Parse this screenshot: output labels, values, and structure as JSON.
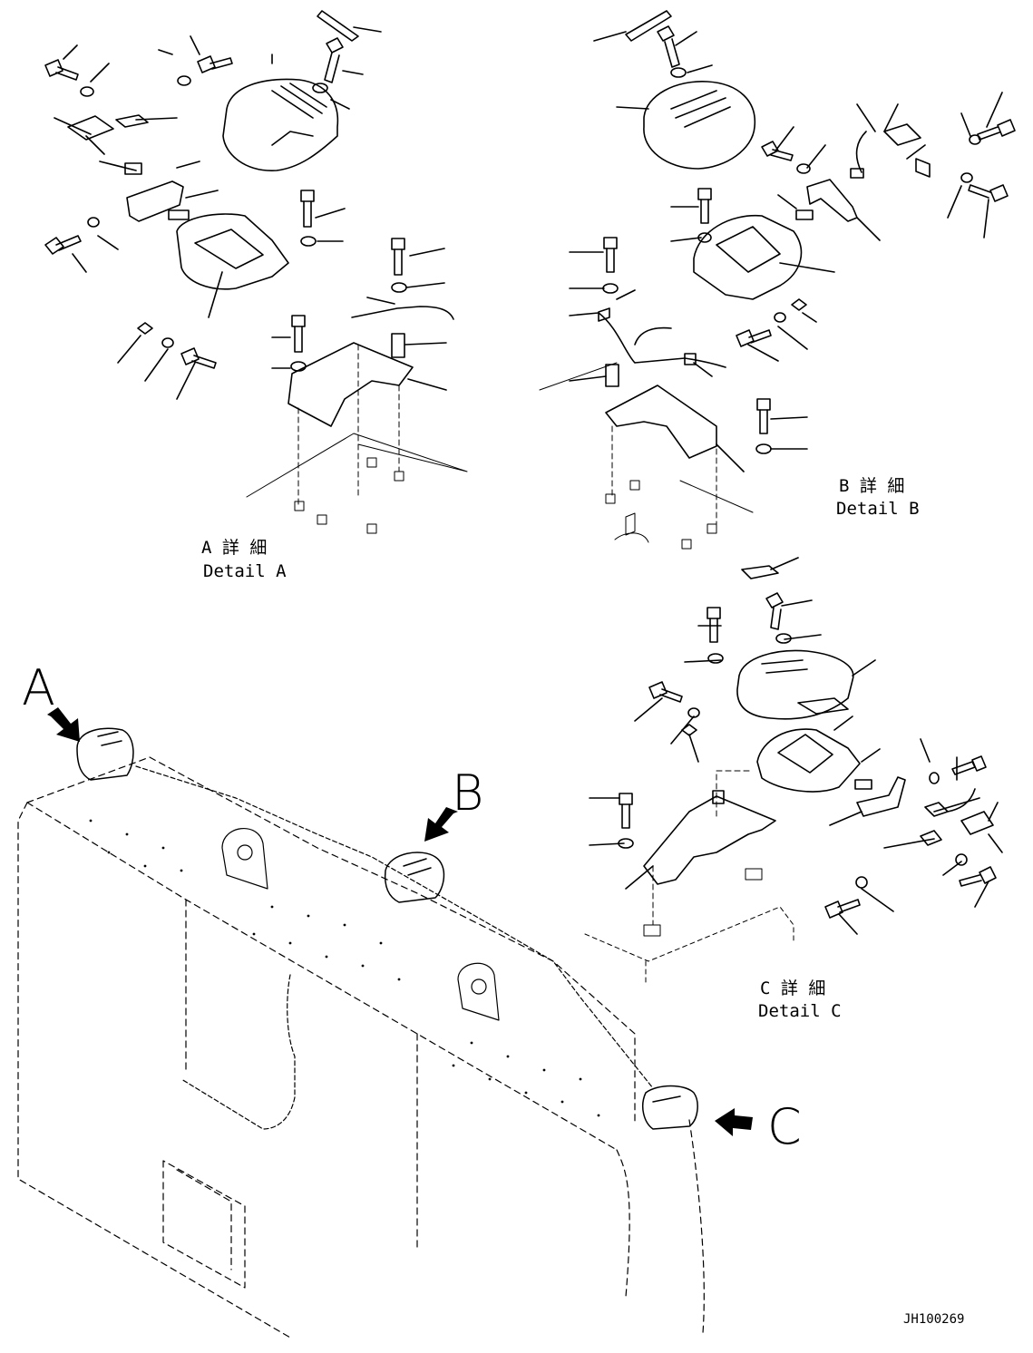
{
  "details": {
    "a": {
      "jp": "A 詳 細",
      "en": "Detail A"
    },
    "b": {
      "jp": "B 詳 細",
      "en": "Detail B"
    },
    "c": {
      "jp": "C 詳 細",
      "en": "Detail C"
    }
  },
  "view_letters": {
    "a": "A",
    "b": "B",
    "c": "C"
  },
  "drawing_number": "JH100269",
  "colors": {
    "line": "#000000",
    "background": "#ffffff"
  }
}
